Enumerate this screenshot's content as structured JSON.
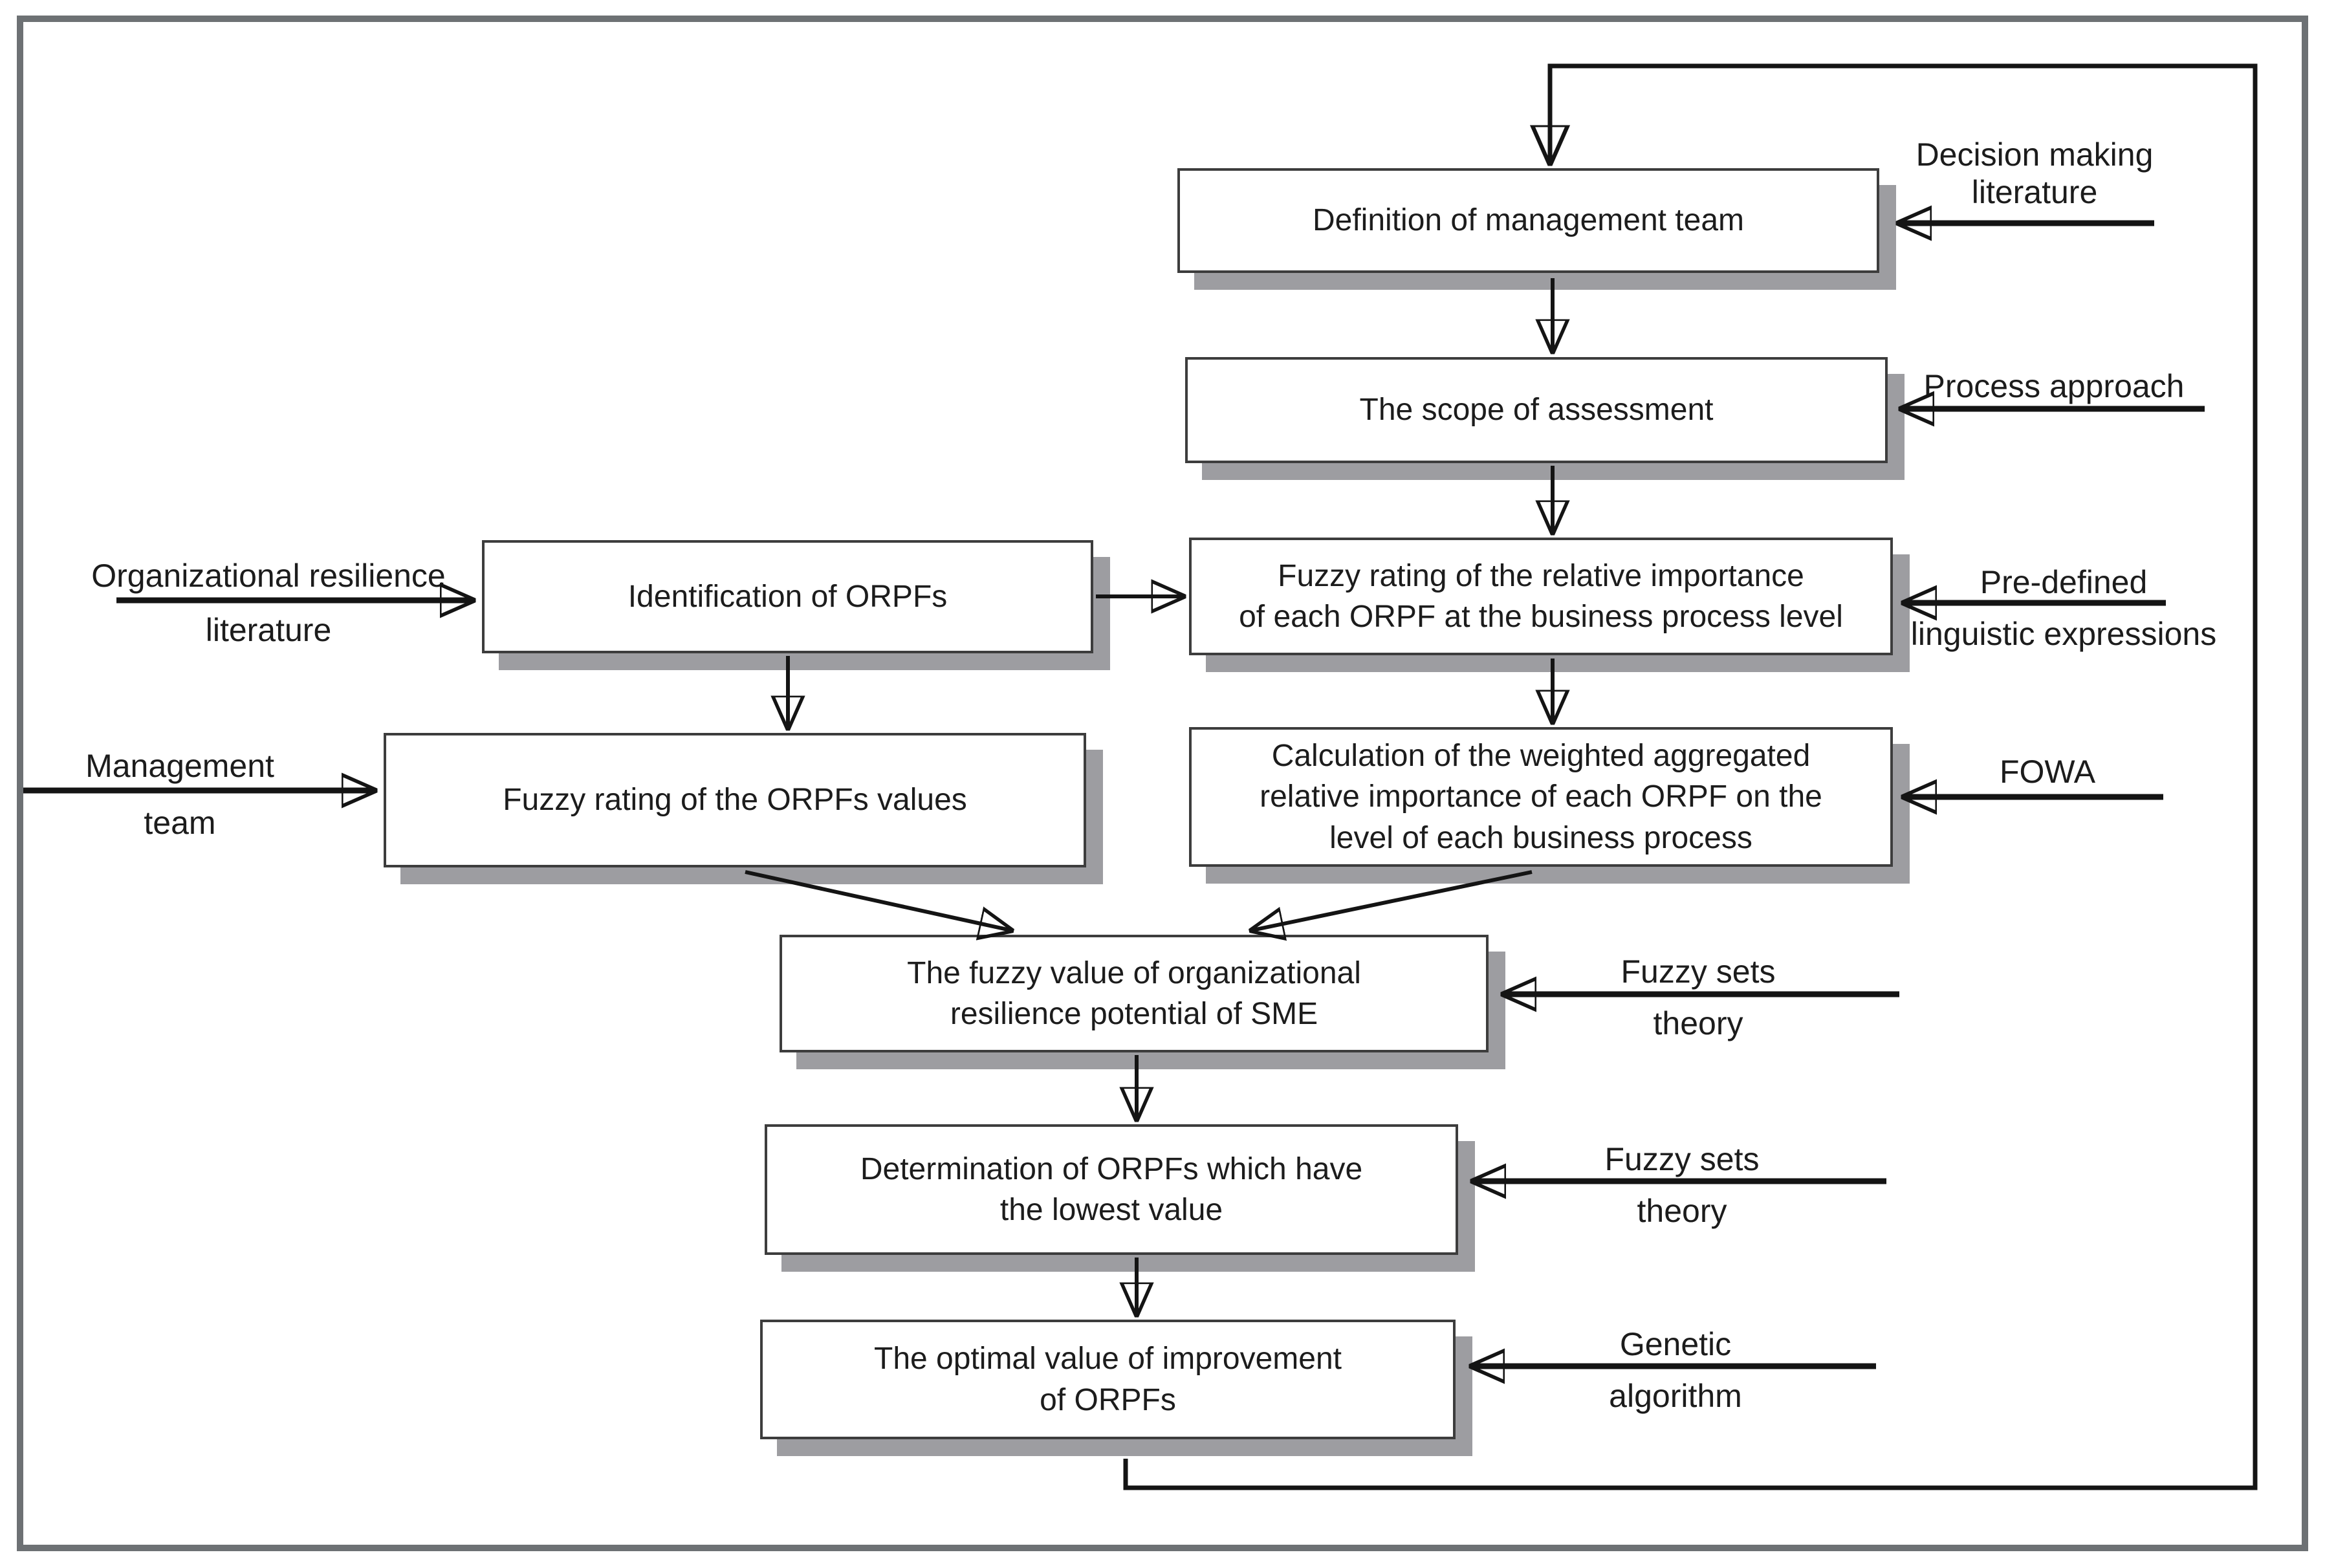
{
  "boxes": [
    {
      "id": "definition-of-management-team",
      "label": "Definition of management team"
    },
    {
      "id": "scope-of-assessment",
      "label": "The scope of assessment"
    },
    {
      "id": "fuzzy-rating-relative-importance",
      "label": "Fuzzy rating of the relative importance\nof each ORPF at the business process level"
    },
    {
      "id": "calculation-weighted-aggregated",
      "label": "Calculation of the weighted aggregated\nrelative importance of each ORPF on the\nlevel of each business process"
    },
    {
      "id": "identification-of-orpfs",
      "label": "Identification of ORPFs"
    },
    {
      "id": "fuzzy-rating-orpfs-values",
      "label": "Fuzzy rating of the ORPFs values"
    },
    {
      "id": "fuzzy-value-resilience-sme",
      "label": "The fuzzy value of organizational\nresilience potential of SME"
    },
    {
      "id": "determination-lowest-orpfs",
      "label": "Determination of ORPFs which have\nthe lowest value"
    },
    {
      "id": "optimal-improvement-orpfs",
      "label": "The optimal value of improvement\nof ORPFs"
    }
  ],
  "labels": [
    {
      "id": "decision-making-literature",
      "text": "Decision making\nliterature"
    },
    {
      "id": "process-approach",
      "text": "Process approach"
    },
    {
      "id": "predefined-linguistic-expressions",
      "text": "Pre-defined\nlinguistic expressions"
    },
    {
      "id": "fowa",
      "text": "FOWA"
    },
    {
      "id": "fuzzy-sets-theory-1",
      "text": "Fuzzy sets\ntheory"
    },
    {
      "id": "fuzzy-sets-theory-2",
      "text": "Fuzzy sets\ntheory"
    },
    {
      "id": "genetic-algorithm",
      "text": "Genetic\nalgorithm"
    },
    {
      "id": "organizational-resilience-literature",
      "text": "Organizational resilience\nliterature"
    },
    {
      "id": "management-team",
      "text": "Management\nteam"
    }
  ],
  "colors": {
    "box_bg": "#ffffff",
    "box_border": "#3d3d3d",
    "shadow": "#9d9da1",
    "line": "#141414",
    "frame": "#6d7174",
    "text": "#1c1c1c",
    "page_bg": "#ffffff"
  }
}
